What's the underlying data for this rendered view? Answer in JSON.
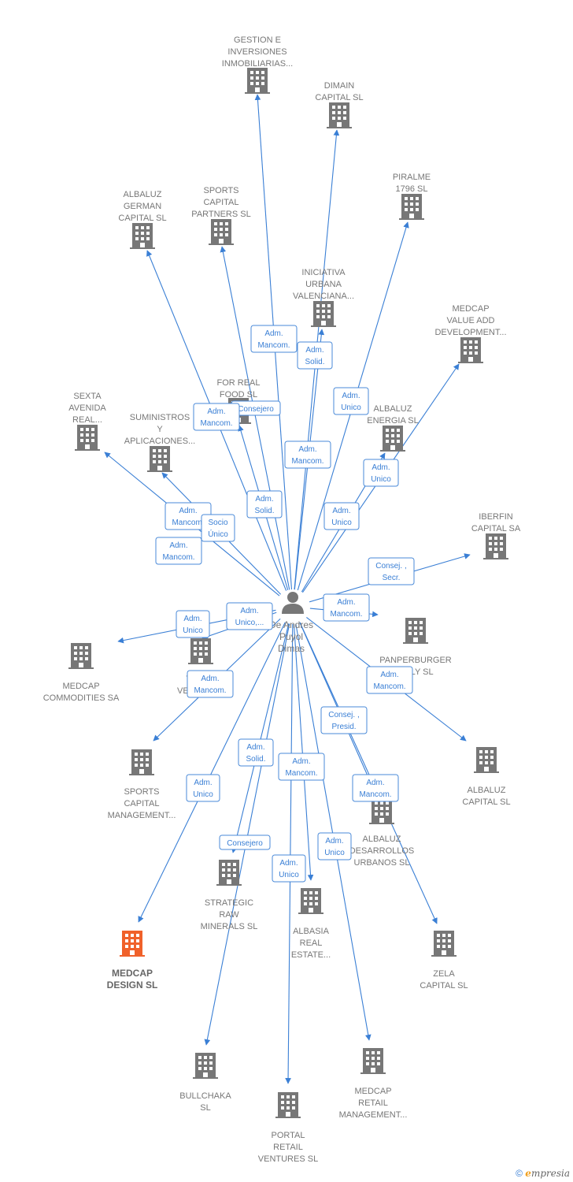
{
  "center": {
    "lines": [
      "De Andres",
      "Puyol",
      "Dimas"
    ],
    "icon": "person-icon"
  },
  "colors": {
    "edge": "#3a7fd5",
    "building": "#777777",
    "highlight": "#f0612a",
    "role_text": "#3a7fd5"
  },
  "companies": [
    {
      "id": "gestion",
      "lines": [
        "GESTION E",
        "INVERSIONES",
        "INMOBILIARIAS..."
      ]
    },
    {
      "id": "dimain",
      "lines": [
        "DIMAIN",
        "CAPITAL  SL"
      ]
    },
    {
      "id": "albaluz-german",
      "lines": [
        "ALBALUZ",
        "GERMAN",
        "CAPITAL  SL"
      ]
    },
    {
      "id": "sports-partners",
      "lines": [
        "SPORTS",
        "CAPITAL",
        "PARTNERS  SL"
      ]
    },
    {
      "id": "piralme",
      "lines": [
        "PIRALME",
        "1796  SL"
      ]
    },
    {
      "id": "iniciativa",
      "lines": [
        "INICIATIVA",
        "URBANA",
        "VALENCIANA..."
      ]
    },
    {
      "id": "medcap-vad",
      "lines": [
        "MEDCAP",
        "VALUE ADD",
        "DEVELOPMENT..."
      ]
    },
    {
      "id": "for-real",
      "lines": [
        "FOR REAL",
        "FOOD  SL"
      ]
    },
    {
      "id": "sexta",
      "lines": [
        "SEXTA",
        "AVENIDA",
        "REAL..."
      ]
    },
    {
      "id": "suministros",
      "lines": [
        "SUMINISTROS",
        "Y",
        "APLICACIONES..."
      ]
    },
    {
      "id": "albaluz-energia",
      "lines": [
        "ALBALUZ",
        "ENERGIA  SL"
      ]
    },
    {
      "id": "iberfin",
      "lines": [
        "IBERFIN",
        "CAPITAL SA"
      ]
    },
    {
      "id": "medcap-commodities",
      "lines": [
        "MEDCAP",
        "COMMODITIES SA"
      ]
    },
    {
      "id": "teach",
      "lines": [
        "TEACH",
        "VENTURES"
      ]
    },
    {
      "id": "panperburger",
      "lines": [
        "PANPERBURGER",
        "ITALY  SL"
      ]
    },
    {
      "id": "sports-mgmt",
      "lines": [
        "SPORTS",
        "CAPITAL",
        "MANAGEMENT..."
      ]
    },
    {
      "id": "albaluz-capital",
      "lines": [
        "ALBALUZ",
        "CAPITAL  SL"
      ]
    },
    {
      "id": "albaluz-desarrollos",
      "lines": [
        "ALBALUZ",
        "DESARROLLOS",
        "URBANOS SL"
      ]
    },
    {
      "id": "strategic",
      "lines": [
        "STRATEGIC",
        "RAW",
        "MINERALS  SL"
      ]
    },
    {
      "id": "albasia",
      "lines": [
        "ALBASIA",
        "REAL",
        "ESTATE..."
      ]
    },
    {
      "id": "medcap-design",
      "lines": [
        "MEDCAP",
        "DESIGN  SL"
      ],
      "highlight": true
    },
    {
      "id": "zela",
      "lines": [
        "ZELA",
        "CAPITAL SL"
      ]
    },
    {
      "id": "bullchaka",
      "lines": [
        "BULLCHAKA",
        "SL"
      ]
    },
    {
      "id": "medcap-retail",
      "lines": [
        "MEDCAP",
        "RETAIL",
        "MANAGEMENT..."
      ]
    },
    {
      "id": "portal",
      "lines": [
        "PORTAL",
        "RETAIL",
        "VENTURES  SL"
      ]
    }
  ],
  "roles": [
    {
      "lines": [
        "Adm.",
        "Mancom."
      ]
    },
    {
      "lines": [
        "Adm.",
        "Solid."
      ]
    },
    {
      "lines": [
        "Adm.",
        "Unico"
      ]
    },
    {
      "lines": [
        "Consejero"
      ]
    },
    {
      "lines": [
        "Adm.",
        "Mancom."
      ]
    },
    {
      "lines": [
        "Adm.",
        "Mancom."
      ]
    },
    {
      "lines": [
        "Adm.",
        "Unico"
      ]
    },
    {
      "lines": [
        "Adm.",
        "Solid."
      ]
    },
    {
      "lines": [
        "Adm.",
        "Mancom."
      ]
    },
    {
      "lines": [
        "Socio",
        "Único"
      ]
    },
    {
      "lines": [
        "Adm.",
        "Mancom."
      ]
    },
    {
      "lines": [
        "Adm.",
        "Unico"
      ]
    },
    {
      "lines": [
        "Consej. ,",
        "Secr."
      ]
    },
    {
      "lines": [
        "Adm.",
        "Mancom."
      ]
    },
    {
      "lines": [
        "Adm.",
        "Unico"
      ]
    },
    {
      "lines": [
        "Adm.",
        "Unico,..."
      ]
    },
    {
      "lines": [
        "Adm.",
        "Mancom."
      ]
    },
    {
      "lines": [
        "Adm.",
        "Mancom."
      ]
    },
    {
      "lines": [
        "Consej. ,",
        "Presid."
      ]
    },
    {
      "lines": [
        "Adm.",
        "Solid."
      ]
    },
    {
      "lines": [
        "Adm.",
        "Mancom."
      ]
    },
    {
      "lines": [
        "Adm.",
        "Mancom."
      ]
    },
    {
      "lines": [
        "Adm.",
        "Unico"
      ]
    },
    {
      "lines": [
        "Consejero"
      ]
    },
    {
      "lines": [
        "Adm.",
        "Unico"
      ]
    },
    {
      "lines": [
        "Adm.",
        "Unico"
      ]
    }
  ],
  "footer": {
    "symbol": "©",
    "brand_first": "e",
    "brand_rest": "mpresia"
  }
}
